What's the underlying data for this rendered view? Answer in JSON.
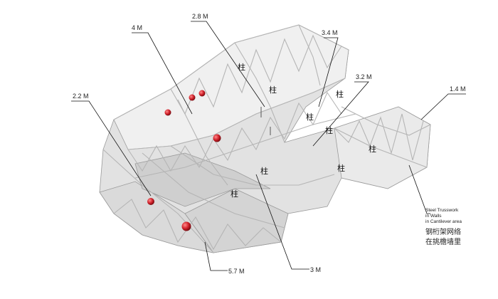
{
  "dimensions": {
    "d1": "2.8 M",
    "d2": "4 M",
    "d3": "3.4 M",
    "d4": "3.2 M",
    "d5": "1.4 M",
    "d6": "2.2 M",
    "d7": "5.7 M",
    "d8": "3 M"
  },
  "column_label": "柱",
  "note": {
    "line1": "Steel Trusswork",
    "line2": "in Walls",
    "line3": "in Cantilever area",
    "cn1": "钢桁架网络",
    "cn2": "在挑檐墙里"
  },
  "colors": {
    "node": "#d0202a",
    "truss": "#f4f4f4",
    "slab": "#dcdcdc",
    "outline": "#9a9a9a"
  }
}
